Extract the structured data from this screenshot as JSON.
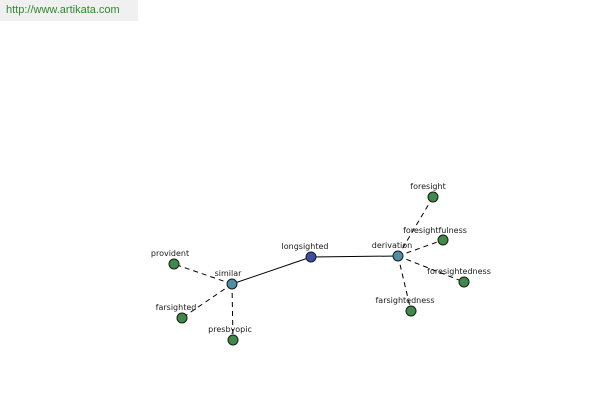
{
  "header": {
    "url": "http://www.artikata.com"
  },
  "colors": {
    "root": "#3a4fa0",
    "relation": "#4f8fa3",
    "leaf": "#3f8a46"
  },
  "graph": {
    "nodes": [
      {
        "id": "longsighted",
        "label": "longsighted",
        "kind": "root"
      },
      {
        "id": "similar",
        "label": "similar",
        "kind": "relation"
      },
      {
        "id": "derivation",
        "label": "derivation",
        "kind": "relation"
      },
      {
        "id": "provident",
        "label": "provident",
        "kind": "leaf"
      },
      {
        "id": "farsighted",
        "label": "farsighted",
        "kind": "leaf"
      },
      {
        "id": "presbyopic",
        "label": "presbyopic",
        "kind": "leaf"
      },
      {
        "id": "foresight",
        "label": "foresight",
        "kind": "leaf"
      },
      {
        "id": "foresightfulness",
        "label": "foresightfulness",
        "kind": "leaf"
      },
      {
        "id": "foresightedness",
        "label": "foresightedness",
        "kind": "leaf"
      },
      {
        "id": "farsightedness",
        "label": "farsightedness",
        "kind": "leaf"
      }
    ],
    "edges": [
      {
        "from": "longsighted",
        "to": "similar",
        "style": "solid"
      },
      {
        "from": "longsighted",
        "to": "derivation",
        "style": "solid"
      },
      {
        "from": "similar",
        "to": "provident",
        "style": "dashed"
      },
      {
        "from": "similar",
        "to": "farsighted",
        "style": "dashed"
      },
      {
        "from": "similar",
        "to": "presbyopic",
        "style": "dashed"
      },
      {
        "from": "derivation",
        "to": "foresight",
        "style": "dashed"
      },
      {
        "from": "derivation",
        "to": "foresightfulness",
        "style": "dashed"
      },
      {
        "from": "derivation",
        "to": "foresightedness",
        "style": "dashed"
      },
      {
        "from": "derivation",
        "to": "farsightedness",
        "style": "dashed"
      }
    ]
  }
}
